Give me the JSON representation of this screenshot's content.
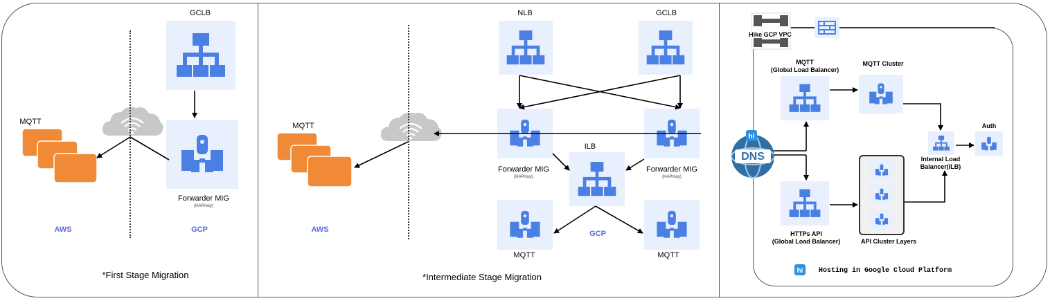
{
  "panel1": {
    "gclb": "GCLB",
    "mqtt": "MQTT",
    "forwarder": "Forwarder  MIG",
    "haproxy": "(HAProxy)",
    "aws": "AWS",
    "gcp": "GCP",
    "stage": "*First Stage Migration"
  },
  "panel2": {
    "nlb": "NLB",
    "gclb": "GCLB",
    "mqtt": "MQTT",
    "ilb": "ILB",
    "forwarder_left": "Forwarder  MIG",
    "haproxy_left": "(HAProxy)",
    "forwarder_right": "Forwarder  MIG",
    "haproxy_right": "(HAProxy)",
    "aws": "AWS",
    "gcp": "GCP",
    "mqtt_bottom_left": "MQTT",
    "mqtt_bottom_right": "MQTT",
    "stage": "*Intermediate Stage Migration"
  },
  "panel3": {
    "vpc": "Hike GCP VPC",
    "mqtt_glb_line1": "MQTT",
    "mqtt_glb_line2": "(Global Load Balancer)",
    "mqtt_cluster": "MQTT  Cluster",
    "dns": "DNS",
    "https_line1": "HTTPs API",
    "https_line2": "(Global Load Balancer)",
    "api_cluster": "API  Cluster Layers",
    "ilb_line1": "Internal Load",
    "ilb_line2": "Balancer(ILB)",
    "auth": "Auth",
    "hosting": "Hosting in Google Cloud Platform"
  },
  "colors": {
    "icon_blue": "#4a7fe3",
    "tile_bg": "#e8f0fe",
    "aws_orange": "#f08a36",
    "label_purple": "#5b6bd9"
  }
}
